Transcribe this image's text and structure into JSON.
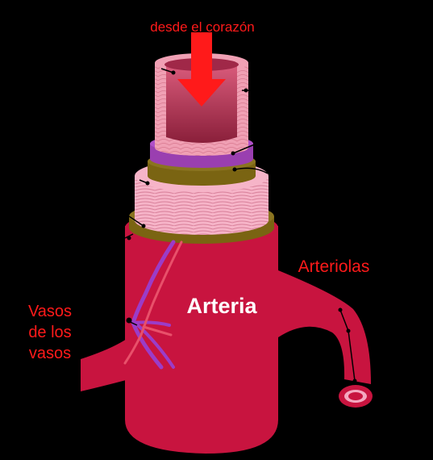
{
  "labels": {
    "top": "desde el corazón",
    "center": "Arteria",
    "right": "Arteriolas",
    "left_line1": "Vasos",
    "left_line2": "de los",
    "left_line3": "vasos"
  },
  "colors": {
    "background": "#000000",
    "label_red": "#ff1a1a",
    "artery_body": "#c8143f",
    "intima": "#e8889a",
    "media": "#f4a8c0",
    "adventitia": "#7a6412",
    "elastic": "#9a3fb0",
    "vessel_purple": "#9b3cc8"
  }
}
